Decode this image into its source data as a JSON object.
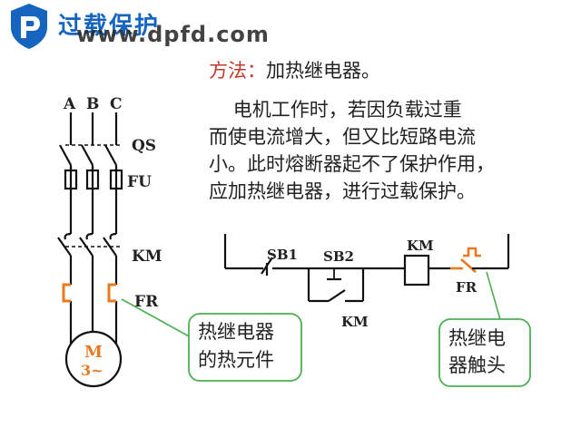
{
  "header": {
    "title": "过载保护",
    "watermark": "www.dpfd.com"
  },
  "method": {
    "label": "方法：",
    "text": "加热继电器。"
  },
  "paragraph": {
    "lines": [
      "    电机工作时，若因负载过重",
      "而使电流增大，但又比短路电流",
      "小。此时熔断器起不了保护作用，",
      "应加热继电器，进行过载保护。"
    ]
  },
  "main_circuit": {
    "phases": [
      "A",
      "B",
      "C"
    ],
    "switch_label": "QS",
    "fuse_label": "FU",
    "contactor_label": "KM",
    "relay_label": "FR",
    "motor_label": "M",
    "motor_sub": "3~"
  },
  "control_circuit": {
    "stop_button": "SB1",
    "start_button": "SB2",
    "aux_contact": "KM",
    "coil": "KM",
    "relay_contact": "FR"
  },
  "callouts": {
    "heating_element": [
      "热继电器",
      "的热元件"
    ],
    "relay_contact": [
      "热继电",
      "器触头"
    ]
  },
  "colors": {
    "line": "#111111",
    "highlight": "#e8791e",
    "callout_border": "#4caf50",
    "title": "#1565c0",
    "method_label": "#c0392b"
  }
}
